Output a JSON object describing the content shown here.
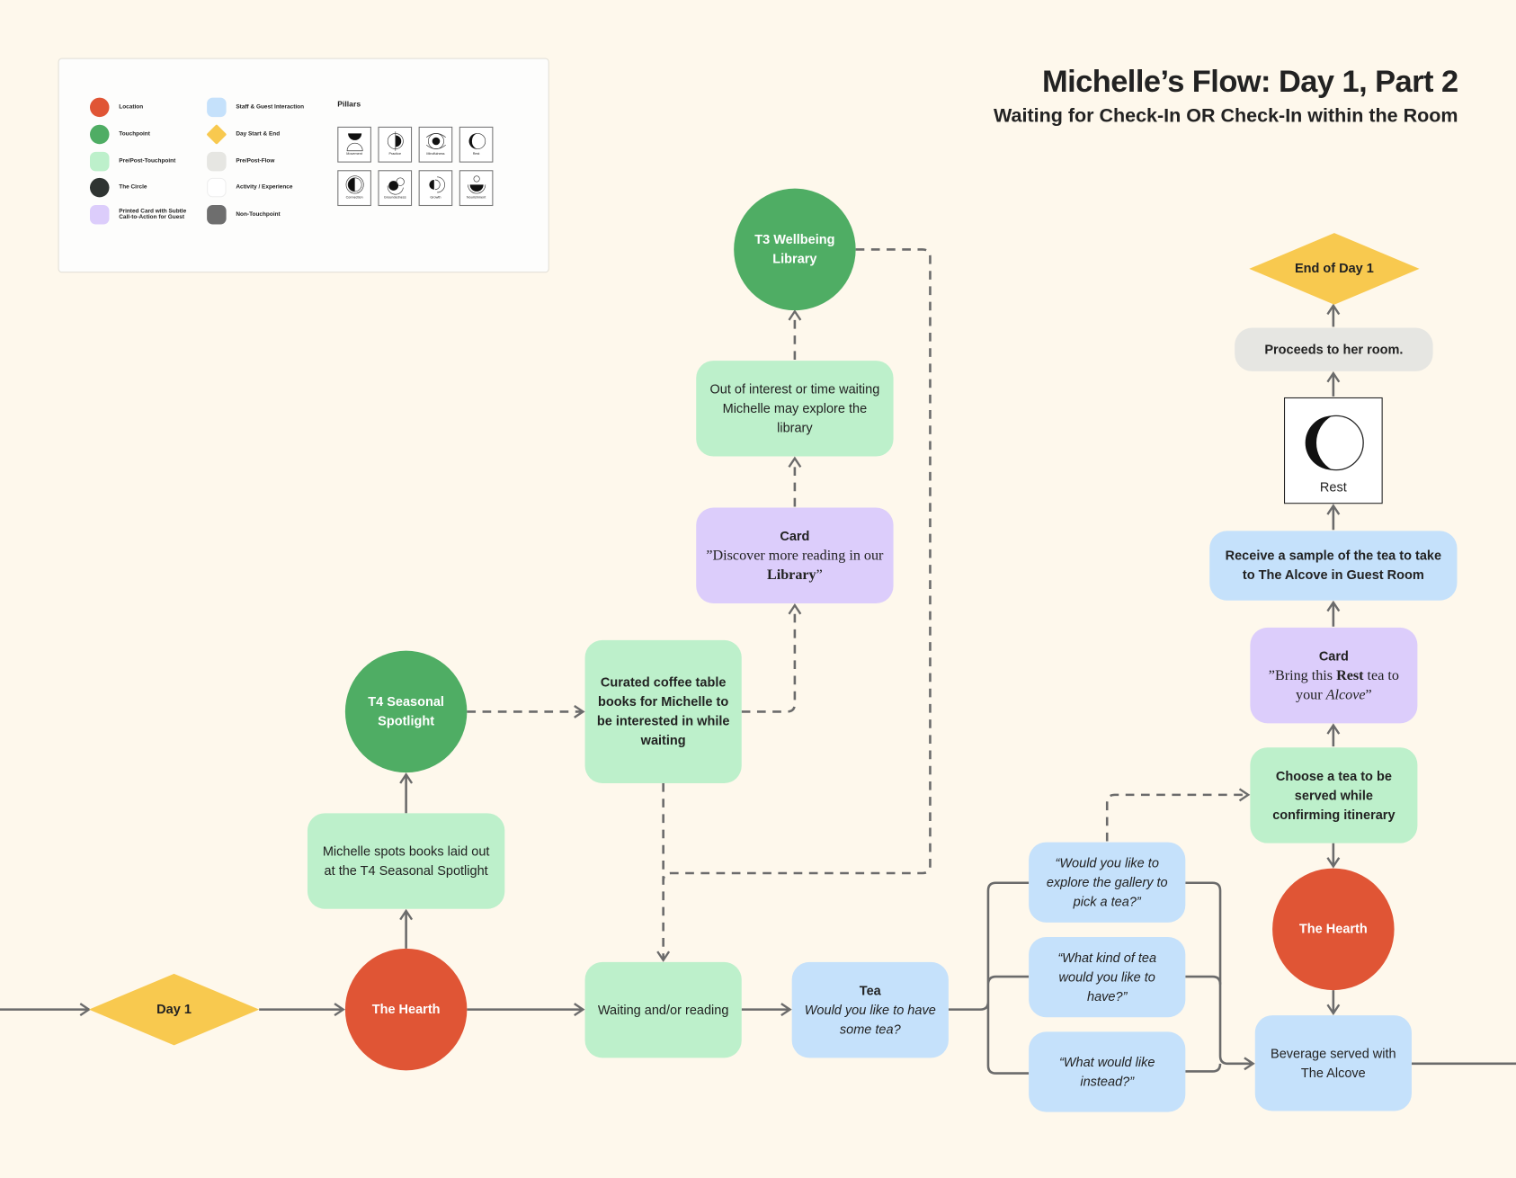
{
  "title": "Michelle’s Flow: Day 1, Part 2",
  "subtitle": "Waiting for Check-In OR Check-In within the Room",
  "legend": {
    "items": [
      {
        "label": "Location",
        "color": "#e05535",
        "shape": "circle"
      },
      {
        "label": "Touchpoint",
        "color": "#4fad64",
        "shape": "circle"
      },
      {
        "label": "Pre/Post-Touchpoint",
        "color": "#bdf0cb",
        "shape": "rounded"
      },
      {
        "label": "The Circle",
        "color": "#2f3432",
        "shape": "circle"
      },
      {
        "label": "Printed Card with Subtle Call-to-Action for Guest",
        "color": "#dccdfb",
        "shape": "rounded"
      },
      {
        "label": "Staff & Guest Interaction",
        "color": "#c5e1fb",
        "shape": "rounded"
      },
      {
        "label": "Day Start & End",
        "color": "#f8c94f",
        "shape": "diamond"
      },
      {
        "label": "Pre/Post-Flow",
        "color": "#e6e6e2",
        "shape": "rounded"
      },
      {
        "label": "Activity / Experience",
        "color": "#ffffff",
        "shape": "rounded"
      },
      {
        "label": "Non-Touchpoint",
        "color": "#6e6e6e",
        "shape": "rounded"
      }
    ],
    "pillars_title": "Pillars",
    "pillars": [
      "Movement",
      "Practice",
      "Mindfulness",
      "Rest",
      "Connection",
      "Groundedness",
      "Growth",
      "Nourishment"
    ]
  },
  "nodes": {
    "day1": "Day 1",
    "hearth1": "The Hearth",
    "spots": "Michelle spots books laid out at the T4 Seasonal Spotlight",
    "t4": "T4 Seasonal Spotlight",
    "curated": "Curated coffee table books for Michelle to be interested in while waiting",
    "card_library": {
      "heading": "Card",
      "pre": "”Discover more reading in our ",
      "bold": "Library",
      "post": "”"
    },
    "out_of_interest": "Out of interest or time waiting Michelle may explore the library",
    "t3": "T3 Wellbeing Library",
    "waiting": "Waiting and/or reading",
    "tea": {
      "heading": "Tea",
      "text": "Would you like to have some tea?"
    },
    "q1": "“Would you like to explore the gallery to pick a tea?”",
    "q2": "“What kind of tea would you like to have?”",
    "q3": "“What would like instead?”",
    "beverage": "Beverage served with The Alcove",
    "hearth2": "The Hearth",
    "choose": "Choose a tea to be served while confirming itinerary",
    "card_tea": {
      "heading": "Card",
      "pre": "”Bring this ",
      "bold": "Rest",
      "mid": " tea to your ",
      "ital": "Alcove",
      "post": "”"
    },
    "receive": "Receive a sample of the tea to take to The Alcove in Guest Room",
    "rest": "Rest",
    "proceeds": "Proceeds to her room.",
    "end": "End of Day 1"
  },
  "colors": {
    "background": "#fef8ec",
    "location": "#e05535",
    "touchpoint": "#4fad64",
    "day": "#f8c94f",
    "edge": "#6b6b6b"
  }
}
